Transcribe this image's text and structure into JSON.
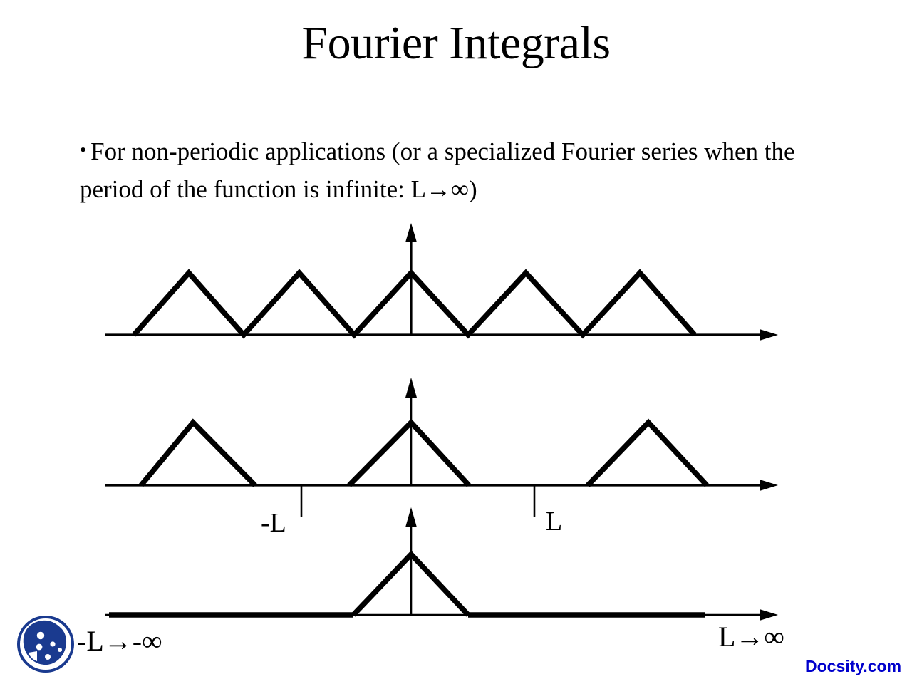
{
  "slide": {
    "title": "Fourier Integrals",
    "background_color": "#ffffff",
    "text_color": "#000000"
  },
  "body": {
    "bullet_marker": "•",
    "bullet_text": "For non-periodic applications (or a specialized Fourier series when the period of the function is infinite: L→∞)"
  },
  "figure": {
    "description": "Three stacked axes showing a periodic triangular wave becoming a single isolated triangular pulse as the period L tends to infinity",
    "axis_tick_labels": {
      "minus_L": "-L",
      "plus_L": "L"
    },
    "limit_labels": {
      "left": "-L→-∞",
      "right": "L→∞"
    }
  },
  "branding": {
    "watermark": "Docsity.com",
    "watermark_color": "#0000cc",
    "logo_color": "#1a3a8f",
    "logo_name": "docsity-logo"
  },
  "chart_data": {
    "type": "line",
    "title": "Fourier Integrals",
    "xlabel": "",
    "ylabel": "",
    "grid": false,
    "legend": "none",
    "panels": [
      {
        "name": "periodic-triangular-wave",
        "caption": "Periodic triangular wave (finite period 2L)",
        "baseline_y": 470,
        "y_axis_x": 577,
        "points": [
          [
            153,
            0
          ],
          [
            188,
            0
          ],
          [
            265,
            1
          ],
          [
            342,
            0
          ],
          [
            420,
            1
          ],
          [
            497,
            0
          ],
          [
            577,
            1
          ],
          [
            657,
            0
          ],
          [
            738,
            1
          ],
          [
            818,
            0
          ],
          [
            898,
            1
          ],
          [
            975,
            0
          ]
        ],
        "x_range": [
          153,
          1090
        ],
        "y_range": [
          0,
          1
        ]
      },
      {
        "name": "separated-triangular-pulses",
        "caption": "Pulses separated as the period grows",
        "baseline_y": 681,
        "y_axis_x": 577,
        "pulses": [
          {
            "start": 198,
            "peak": 271,
            "end": 358,
            "height": 1
          },
          {
            "start": 490,
            "peak": 577,
            "end": 658,
            "height": 1
          },
          {
            "start": 825,
            "peak": 910,
            "end": 992,
            "height": 1
          }
        ],
        "ticks": [
          {
            "x": 423,
            "label": "-L"
          },
          {
            "x": 750,
            "label": "L"
          }
        ],
        "x_range": [
          153,
          1090
        ],
        "y_range": [
          0,
          1
        ]
      },
      {
        "name": "single-triangular-pulse",
        "caption": "Single isolated pulse, L→∞",
        "baseline_y": 863,
        "y_axis_x": 577,
        "pulses": [
          {
            "start": 496,
            "peak": 577,
            "end": 657,
            "height": 1
          }
        ],
        "flat_segments": [
          {
            "from": 153,
            "to": 496
          },
          {
            "from": 657,
            "to": 990
          }
        ],
        "x_range": [
          153,
          1090
        ],
        "y_range": [
          0,
          1
        ]
      }
    ]
  }
}
